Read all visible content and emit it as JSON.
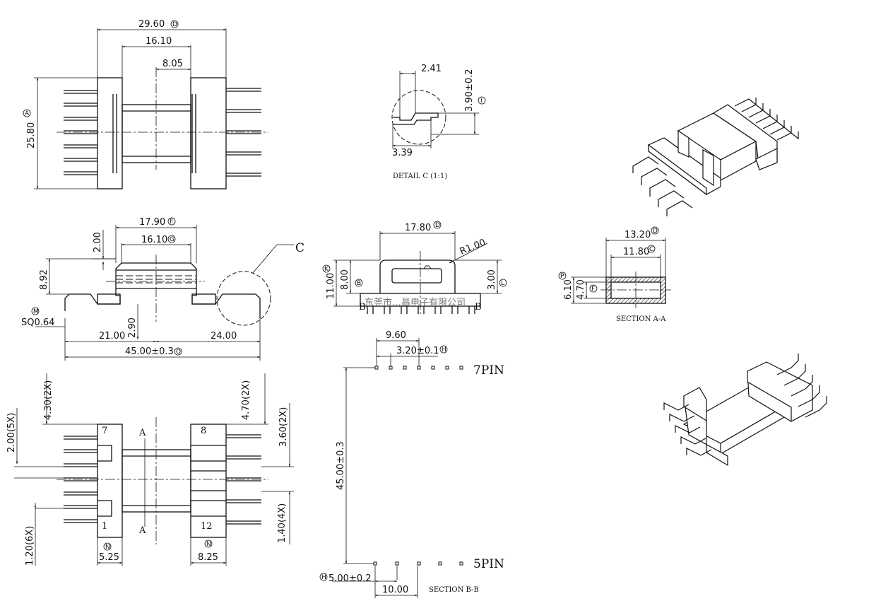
{
  "top_view": {
    "dims": [
      "29.60",
      "16.10",
      "8.05",
      "25.80"
    ],
    "callouts": [
      "D",
      "A"
    ]
  },
  "detail_c": {
    "dims": [
      "2.41",
      "3.90±0.2",
      "3.39"
    ],
    "callout": "I",
    "caption": "DETAIL C (1:1)"
  },
  "side_view": {
    "dims": [
      "17.90",
      "16.10",
      "2.00",
      "8.92",
      "SQ0.64",
      "21.00",
      "2.90",
      "24.00",
      "45.00±0.3"
    ],
    "callouts": [
      "F",
      "G",
      "M",
      "O"
    ],
    "detail_label": "C"
  },
  "end_view": {
    "dims": [
      "17.80",
      "R1.00",
      "11.00",
      "8.00",
      "3.00"
    ],
    "callouts": [
      "D",
      "K",
      "B",
      "L"
    ],
    "section_marks": [
      "B",
      "B"
    ],
    "watermark": "东莞市…昌电子有限公司"
  },
  "section_aa": {
    "dims": [
      "13.20",
      "11.80",
      "6.10",
      "4.70"
    ],
    "callouts": [
      "D",
      "C",
      "P",
      "F"
    ],
    "caption": "SECTION A-A"
  },
  "bottom_view": {
    "dims": [
      "4.30(2X)",
      "4.70(2X)",
      "2.00(5X)",
      "3.60(2X)",
      "1.40(4X)",
      "1.20(6X)",
      "5.25",
      "8.25"
    ],
    "pin_numbers": [
      "7",
      "8",
      "1",
      "12"
    ],
    "section_marks": [
      "A",
      "A"
    ],
    "callouts": [
      "N",
      "N"
    ]
  },
  "pin_layout": {
    "dims": [
      "9.60",
      "3.20±0.1",
      "45.00±0.3",
      "5.00±0.2",
      "10.00"
    ],
    "callouts": [
      "H",
      "H"
    ],
    "row_top_label": "7PIN",
    "row_bottom_label": "5PIN",
    "caption": "SECTION B-B"
  }
}
